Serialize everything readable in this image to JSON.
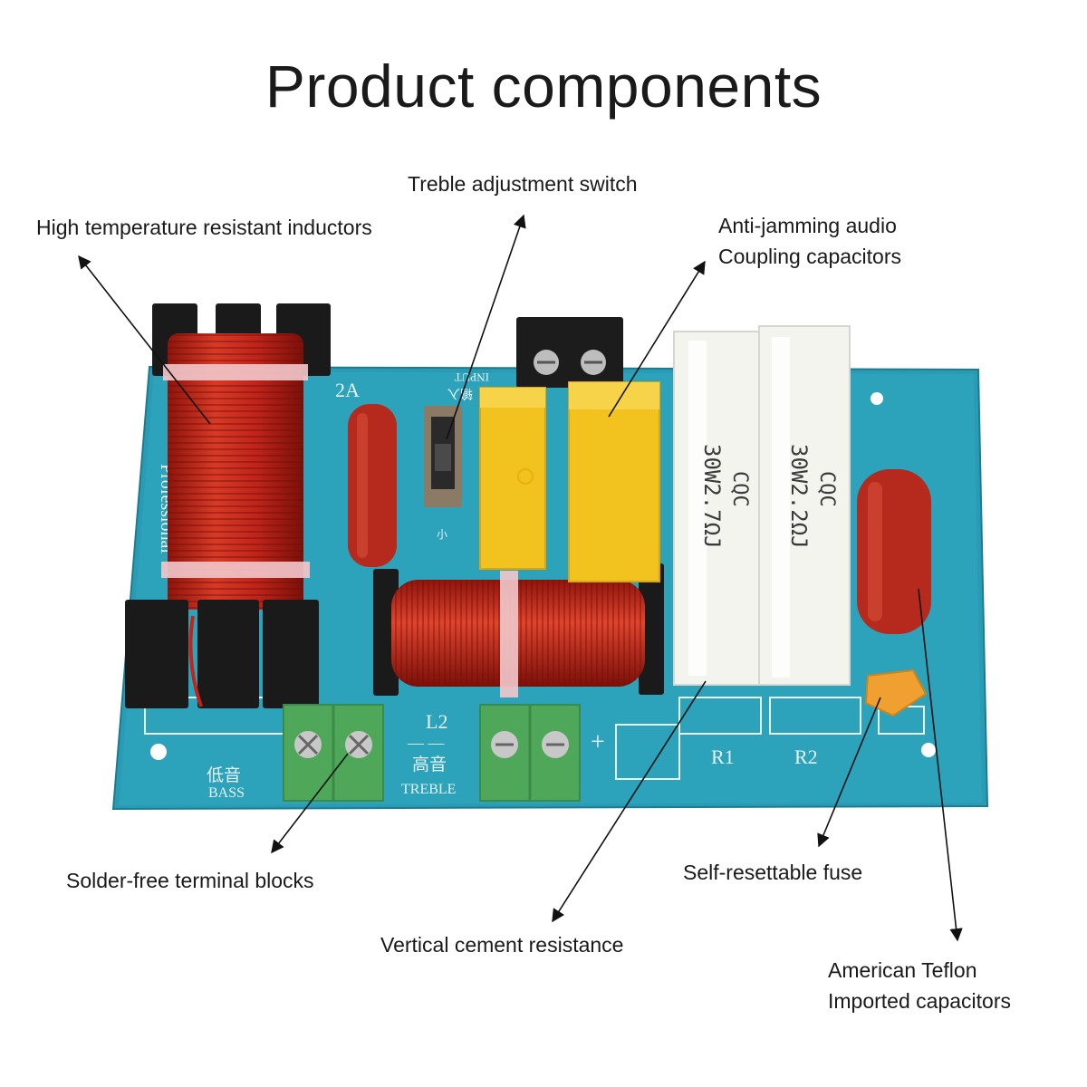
{
  "title": "Product components",
  "labels": {
    "inductors": "High temperature resistant inductors",
    "switch": "Treble adjustment switch",
    "coupling_line1": "Anti-jamming audio",
    "coupling_line2": "Coupling capacitors",
    "terminal": "Solder-free terminal blocks",
    "fuse": "Self-resettable fuse",
    "cement": "Vertical cement resistance",
    "teflon_line1": "American Teflon",
    "teflon_line2": "Imported capacitors"
  },
  "pcb": {
    "bass_cn": "低音",
    "bass": "BASS",
    "treble_cn": "高音",
    "treble": "TREBLE",
    "l2": "L2",
    "r1": "R1",
    "r2": "R2",
    "input": "INPUT",
    "input_cn": "输入",
    "small_cn": "小",
    "plus": "+",
    "minus": "— —",
    "professional": "Professional",
    "model_partial": "2A",
    "resistor1_text": "30W2.7ΩJ",
    "resistor2_text": "30W2.2ΩJ",
    "resistor_brand": "CQC"
  },
  "colors": {
    "pcb": "#2a9bb4",
    "copper_coil": "#c0241a",
    "yellow_cap": "#f2c21e",
    "cement_resistor": "#f4f4ef",
    "teflon_cap": "#b52a1c",
    "terminal_green": "#4fa85a",
    "fuse": "#f0a030"
  }
}
